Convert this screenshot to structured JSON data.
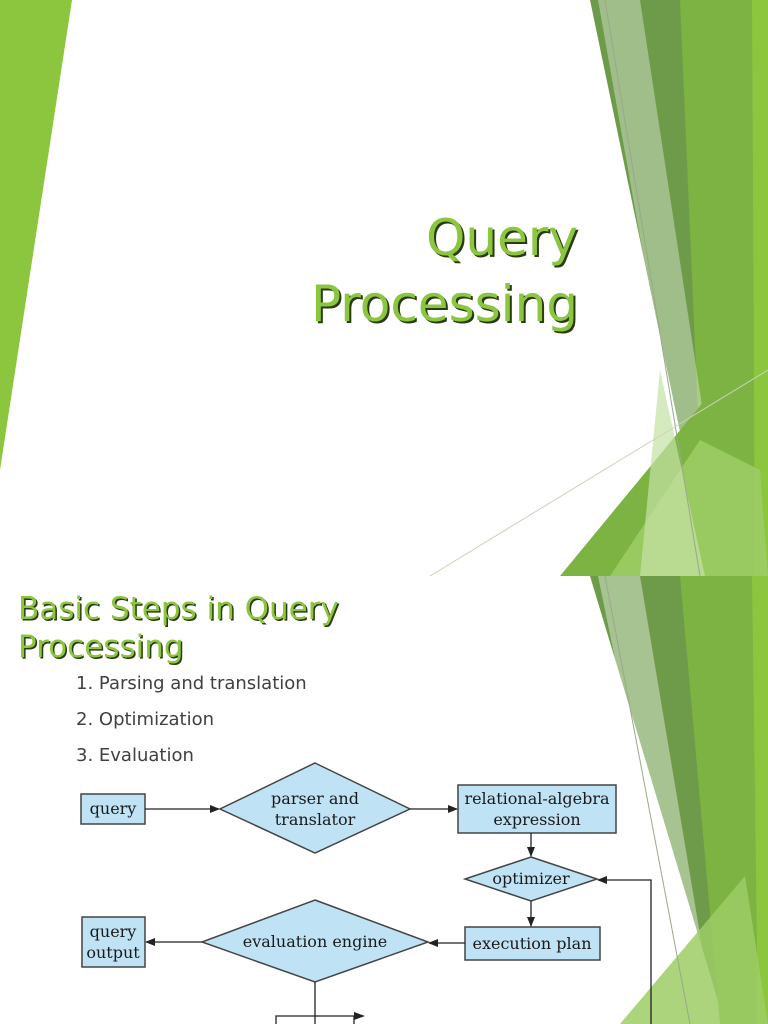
{
  "slide1": {
    "title_lines": [
      "Query",
      "Processing"
    ]
  },
  "slide2": {
    "title_lines": [
      "Basic Steps in Query",
      "Processing"
    ],
    "steps": [
      "1. Parsing and translation",
      "2. Optimization",
      "3. Evaluation"
    ]
  },
  "diagram": {
    "nodes": {
      "query": "query",
      "parser": [
        "parser and",
        "translator"
      ],
      "relalg": [
        "relational-algebra",
        "expression"
      ],
      "optimizer": "optimizer",
      "execplan": "execution plan",
      "evalengine": "evaluation engine",
      "queryoutput": [
        "query",
        "output"
      ]
    }
  },
  "colors": {
    "title_green": "#8cc63f",
    "box_fill": "#bfe3f5",
    "dark_green": "#6e9b4a",
    "bright_green": "#8cc63f"
  }
}
